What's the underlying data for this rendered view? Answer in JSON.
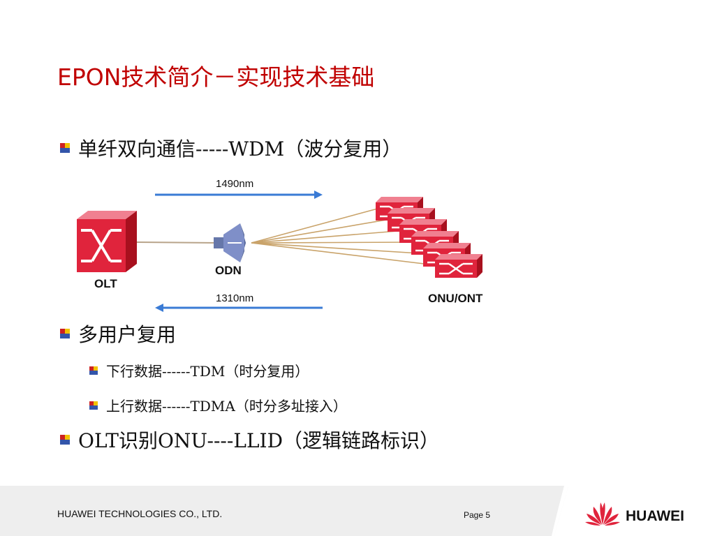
{
  "title": "EPON技术简介－实现技术基础",
  "bullets": {
    "b1": "单纤双向通信-----WDM（波分复用）",
    "b2": "多用户复用",
    "b2_sub1": "下行数据------TDM（时分复用）",
    "b2_sub2": "上行数据------TDMA（时分多址接入）",
    "b3": "OLT识别ONU----LLID（逻辑链路标识）"
  },
  "diagram": {
    "downstream_label": "1490nm",
    "upstream_label": "1310nm",
    "olt_label": "OLT",
    "odn_label": "ODN",
    "onu_label": "ONU/ONT"
  },
  "footer": {
    "company": "HUAWEI TECHNOLOGIES CO., LTD.",
    "page": "Page 5",
    "logo_text": "HUAWEI"
  },
  "colors": {
    "title": "#c00000",
    "device": "#e0243c",
    "arrow": "#3a7bd5",
    "fiber": "#c9a36a",
    "footer_bg": "#eeeeee"
  },
  "icons": {
    "bullet": "bullet-square-icon",
    "olt": "olt-switch-icon",
    "odn": "splitter-icon",
    "onu": "onu-switch-icon",
    "logo": "huawei-flower-icon"
  }
}
